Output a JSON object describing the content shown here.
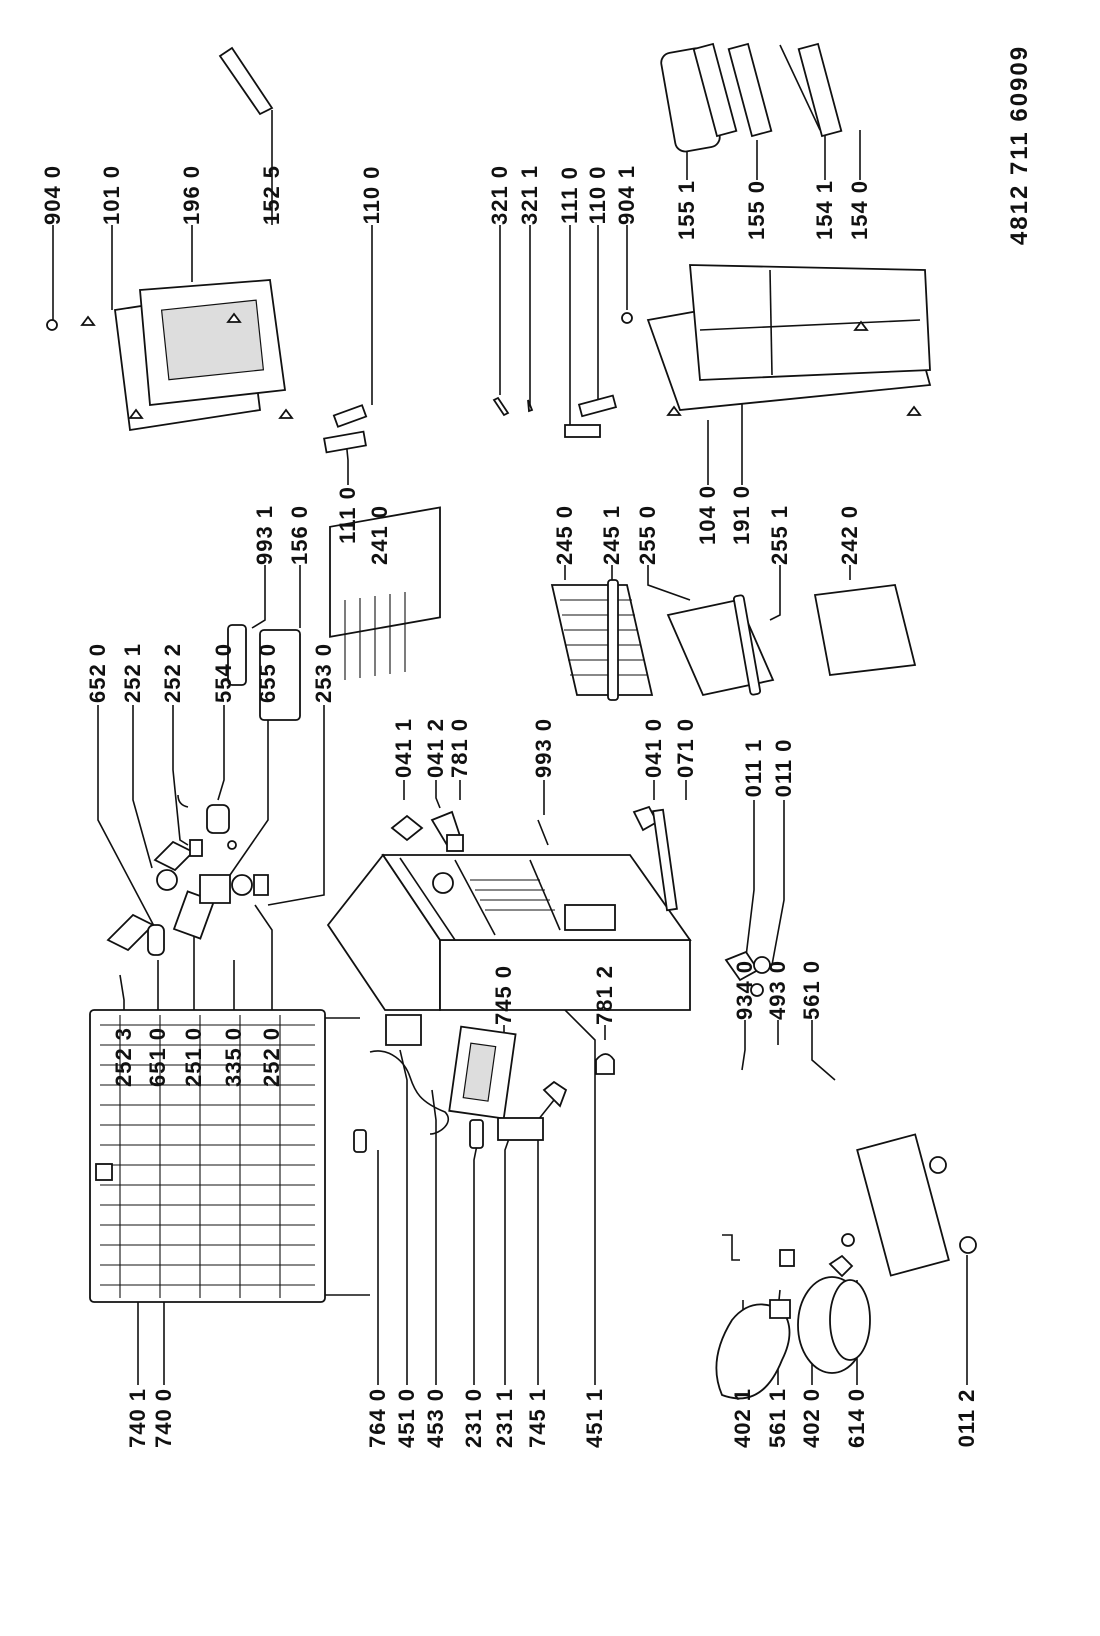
{
  "drawing_number": "4812  711  60909",
  "labels": {
    "l7401": "740 1",
    "l7400": "740 0",
    "l7640": "764 0",
    "l4510": "451 0",
    "l4530": "453 0",
    "l2310": "231 0",
    "l2311": "231 1",
    "l7451": "745 1",
    "l4511": "451 1",
    "l4021": "402 1",
    "l5611": "561 1",
    "l4020": "402 0",
    "l6140": "614 0",
    "l0112": "011 2",
    "l7450": "745 0",
    "l7812": "781 2",
    "l9340": "934 0",
    "l4930": "493 0",
    "l5610": "561 0",
    "l2523": "252  3",
    "l6510": "651 0",
    "l2510": "251 0",
    "l3350": "335 0",
    "l2520": "252 0",
    "l6520": "652 0",
    "l2521": "252 1",
    "l2522": "252 2",
    "l5540": "554 0",
    "l6550": "655 0",
    "l2530": "253 0",
    "l0411": "041 1",
    "l0412": "041 2",
    "l7810": "781 0",
    "l9930": "993 0",
    "l0410": "041 0",
    "l0710": "071 0",
    "l0111": "011 1",
    "l0110": "011 0",
    "l9931": "993 1",
    "l1560": "156 0",
    "l1110a": "111 0",
    "l2410": "241 0",
    "l2450": "245 0",
    "l2451": "245 1",
    "l2550": "255 0",
    "l1040": "104 0",
    "l1910": "191 0",
    "l2551": "255 1",
    "l2420": "242 0",
    "l9040": "904 0",
    "l1010": "101 0",
    "l1960": "196 0",
    "l1525": "152 5",
    "l1100a": "110 0",
    "l3210": "321 0",
    "l3211": "321 1",
    "l1110b": "111 0",
    "l1100b": "110 0",
    "l9041": "904 1",
    "l1551": "155 1",
    "l1550": "155 0",
    "l1541": "154 1",
    "l1540": "154 0"
  }
}
